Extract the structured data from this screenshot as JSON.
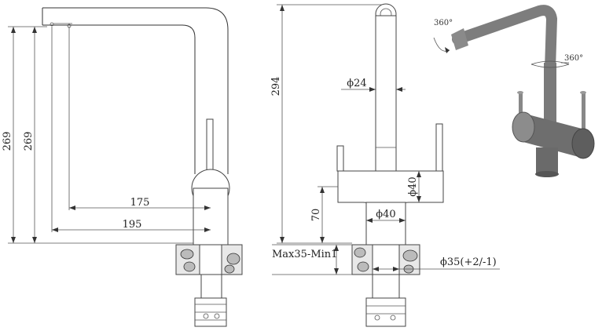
{
  "side_view": {
    "heights": [
      "269",
      "269"
    ],
    "reaches": [
      "175",
      "195"
    ]
  },
  "front_view": {
    "height": "294",
    "spout_diameter": "ϕ24",
    "body_diameter": "ϕ40",
    "base_diameter": "ϕ40",
    "base_height": "70",
    "deck_thickness": "Max35-Min1",
    "hole_diameter": "ϕ35(+2/-1)"
  },
  "perspective_view": {
    "spout_rotation": "360°",
    "handle_rotation": "360°"
  }
}
